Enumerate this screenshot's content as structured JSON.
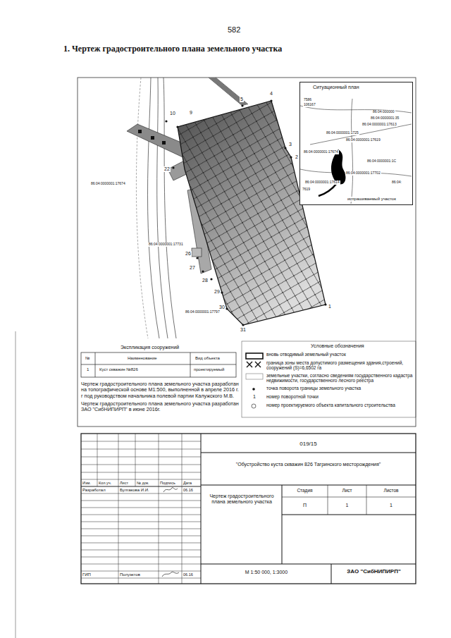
{
  "diagram": {
    "title": "1. Чертеж градостроительного плана земельного участка",
    "nodes": [
      {
        "text": [
          "Ситуационный план"
        ]
      }
    ],
    "labels": [
      "582",
      "4",
      "5",
      "3",
      "2",
      "1",
      "9",
      "10",
      "22",
      "26",
      "27",
      "28",
      "29",
      "30",
      "31",
      "86:04:0000001:17674",
      "86:04:0000001:17731",
      "86:04:0000001:17797",
      "7586",
      "106167",
      "86:04:000000",
      "86:04:0000001:35",
      "86:04:0000001:17613",
      "86:04:0000001:1725",
      "86:04:0000001:17619",
      "86:04:0000001:17674",
      "86:04:0000001:1C",
      "86:04:0000001:17702",
      "86:04:0000001:17614",
      "86:04:",
      "7619",
      "испрашиваемый участок",
      "Экспликация сооружений",
      "№",
      "Наименование",
      "Вид объекта",
      "1",
      "Куст скважин №826",
      "проектируемый",
      "Чертеж градостроительного плана земельного участка разработан на топографической основе М1:500, выполненной в апреле 2016 г. г под руководством начальника полевой партии Калужского М.В.",
      "Чертеж градостроительного плана земельного участка разработан ЗАО \"СибНИПИРП\" в июне 2016г.",
      "Условные обозначения",
      "1",
      "019/15",
      "\"Обустройство куста скважин 826 Тагринского месторождения\"",
      "Изм.",
      "Кол.уч.",
      "Лист",
      "№ док.",
      "Подпись",
      "Дата",
      "Разработал",
      "Булгакова И.И.",
      "06.16",
      "ГИП",
      "Полуэктов",
      "06.16",
      "Чертеж градостроительного плана земельного участка",
      "Стадия",
      "Лист",
      "Листов",
      "П",
      "1",
      "1",
      "М 1:50 000, 1:3000",
      "ЗАО \"СибНИПИРП\""
    ],
    "legend": [
      {
        "text": "вновь отводимый земельный участок"
      },
      {
        "text": "граница зоны места допустимого размещения здания,строений, сооружений (S)=6,6502 га"
      },
      {
        "text": "земельные участки, согласно сведениям государственного кадастра недвижимости, государственного лесного реестра"
      },
      {
        "text": "точка поворота границы земельного участка"
      },
      {
        "text": "номер поворотной точки"
      },
      {
        "text": "номер проектируемого объекта капитального строительства"
      }
    ]
  }
}
